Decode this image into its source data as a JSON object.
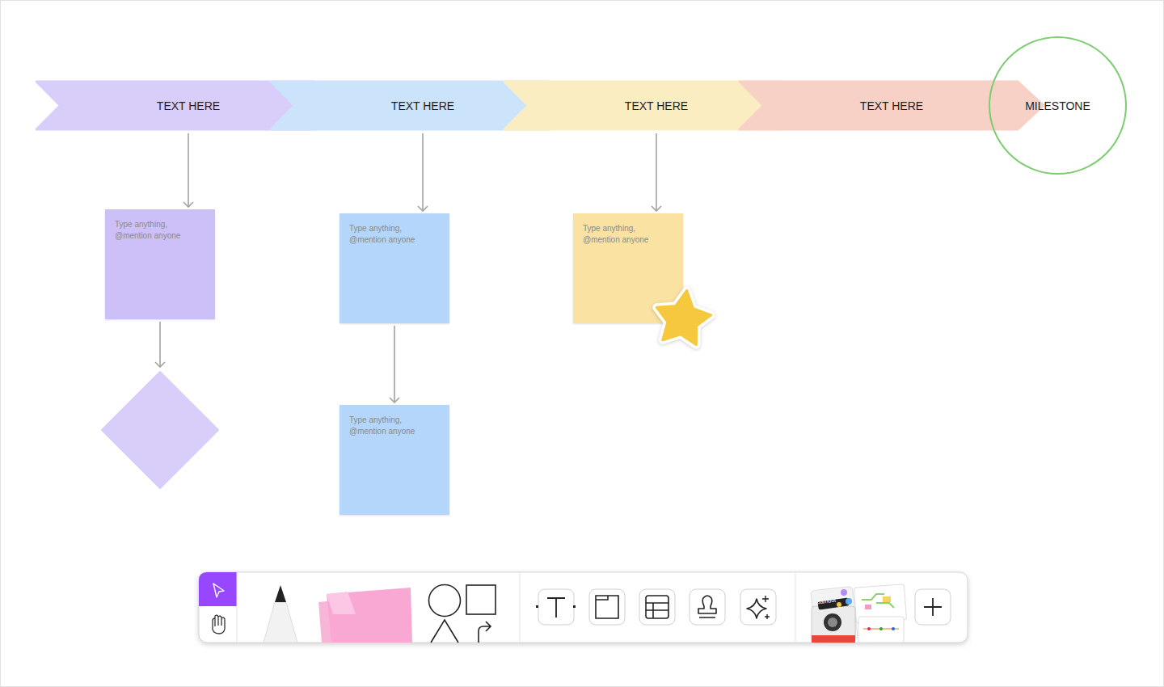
{
  "diagram": {
    "nodes": [
      {
        "text": [
          "TEXT HERE"
        ]
      },
      {
        "text": [
          "TEXT HERE"
        ]
      },
      {
        "text": [
          "TEXT HERE"
        ]
      },
      {
        "text": [
          "TEXT HERE"
        ]
      },
      {
        "text": [
          "MILESTONE"
        ]
      },
      {
        "text": [
          "Type anything, @mention anyone"
        ]
      },
      {
        "text": [
          "Type anything, @mention anyone"
        ]
      },
      {
        "text": [
          "Type anything, @mention anyone"
        ]
      },
      {
        "text": [
          "Type anything, @mention anyone"
        ]
      }
    ],
    "edges": [
      {
        "from": 0,
        "to": 5,
        "arrow": "to"
      },
      {
        "from": 1,
        "to": 6,
        "arrow": "to"
      },
      {
        "from": 2,
        "to": 7,
        "arrow": "to"
      },
      {
        "from": 6,
        "to": 8,
        "arrow": "to"
      }
    ],
    "labels": [
      "Jambot"
    ]
  }
}
